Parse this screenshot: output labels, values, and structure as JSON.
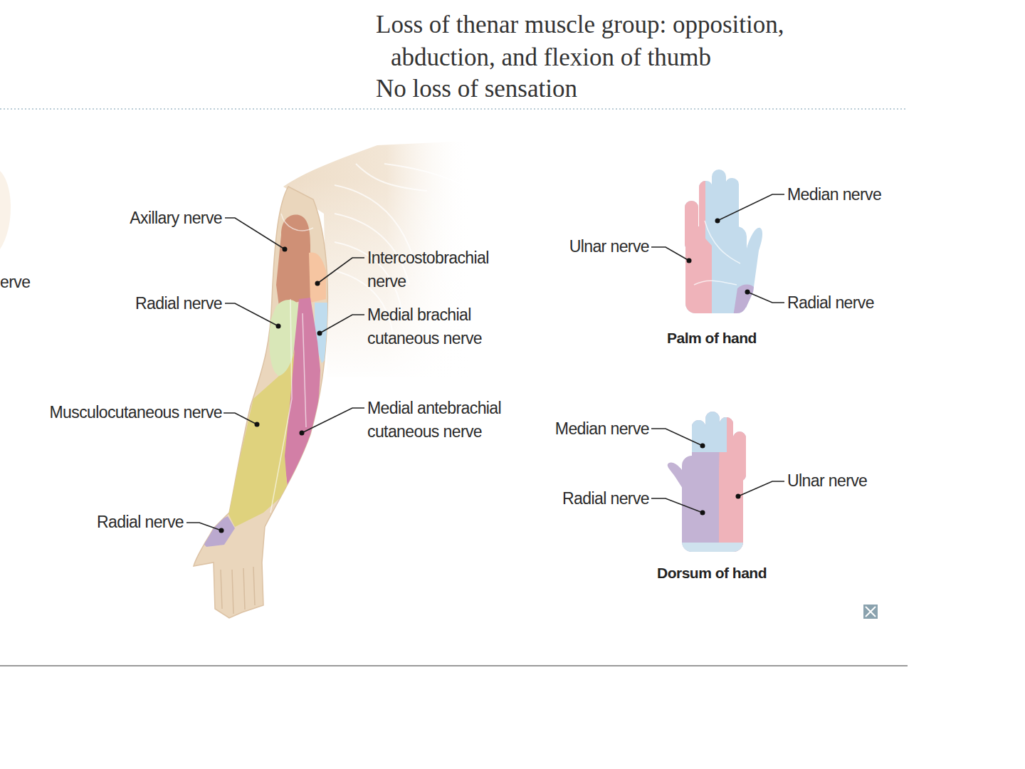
{
  "diagram": {
    "labels": [
      "Loss of thenar muscle group: opposition, abduction, and flexion of thumb",
      "No loss of sensation",
      "Axillary nerve",
      "Median nerve",
      "Ulnar nerve",
      "Intercostobrachial nerve",
      "erve",
      "Radial nerve",
      "Radial nerve",
      "Medial brachial cutaneous nerve",
      "Palm of hand",
      "Musculocutaneous nerve",
      "Medial antebrachial cutaneous nerve",
      "Median nerve",
      "Ulnar nerve",
      "Radial nerve",
      "Radial nerve",
      "Dorsum of hand"
    ]
  }
}
